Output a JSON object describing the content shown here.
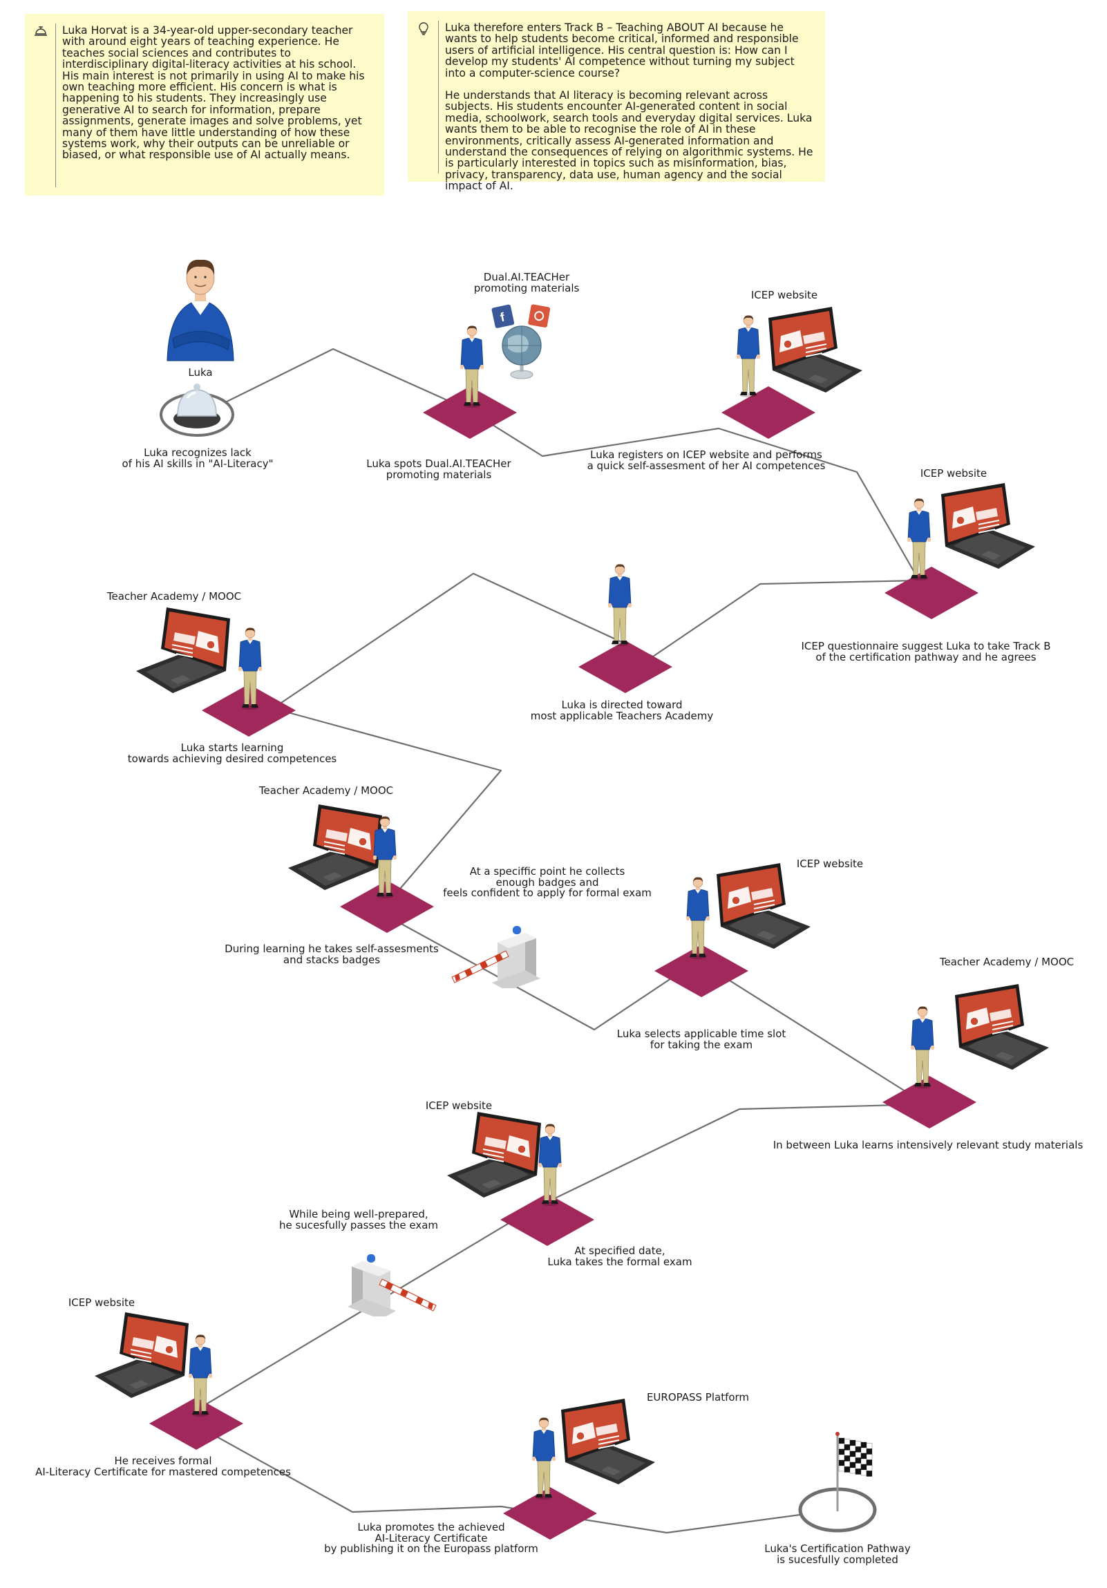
{
  "notes": {
    "left": {
      "icon": "service-bell-icon",
      "text": "Luka Horvat is a 34-year-old upper-secondary teacher with around eight years of teaching experience. He teaches social sciences and contributes to interdisciplinary digital-literacy activities at his school. His main interest is not primarily in using AI to make his own teaching more efficient. His concern is what is happening to his students. They increasingly use generative AI to search for information, prepare assignments, generate images and solve problems, yet many of them have little understanding of how these systems work, why their outputs can be unreliable or biased, or what responsible use of AI actually means."
    },
    "right": {
      "icon": "lightbulb-icon",
      "p1": "Luka therefore enters Track B – Teaching ABOUT AI because he wants to help students become critical, informed and responsible users of artificial intelligence. His central question is: How can I develop my students' AI competence without turning my subject into a computer-science course?",
      "p2": "He understands that AI literacy is becoming relevant across subjects. His students encounter AI-generated content in social media, schoolwork, search tools and everyday digital services. Luka wants them to be able to recognise the role of AI in these environments, critically assess AI-generated information and understand the consequences of relying on algorithmic systems. He is particularly interested in topics such as misinformation, bias, privacy, transparency, data use, human agency and the social impact of AI."
    }
  },
  "labels": {
    "luka_name": "Luka",
    "start_caption": "Luka recognizes lack\nof his AI skills in \"AI-Literacy\"",
    "promo_title": "Dual.AI.TEACHer\npromoting materials",
    "promo_caption": "Luka spots Dual.AI.TEACHer\npromoting materials",
    "icep1_title": "ICEP website",
    "icep1_caption": "Luka registers on ICEP website and performs\na quick self-assesment of her AI competences",
    "icep2_title": "ICEP website",
    "icep2_caption": "ICEP questionnaire suggest Luka to take Track B\nof the certification pathway and he agrees",
    "directed_caption": "Luka is directed toward\nmost applicable Teachers Academy",
    "ta1_title": "Teacher Academy / MOOC",
    "ta1_caption": "Luka starts learning\ntowards achieving desired competences",
    "ta2_title": "Teacher Academy / MOOC",
    "ta2_caption": "During learning he takes self-assesments\nand stacks badges",
    "badges_caption": "At a speciffic point he collects\nenough badges and\nfeels confident to apply for formal exam",
    "icep3_title": "ICEP website",
    "icep3_caption": "Luka selects applicable time slot\nfor taking the exam",
    "ta3_title": "Teacher Academy / MOOC",
    "ta3_caption": "In between Luka learns intensively relevant study materials",
    "icep4_title": "ICEP website",
    "icep4_caption": "At specified date,\nLuka takes the formal exam",
    "pass_caption": "While being well-prepared,\nhe sucesfully passes the exam",
    "icep5_title": "ICEP website",
    "icep5_caption": "He receives formal\nAI-Literacy Certificate for mastered competences",
    "europass_title": "EUROPASS Platform",
    "europass_caption": "Luka promotes the achieved\nAI-Literacy Certificate\nby publishing it on the Europass platform",
    "finish_caption": "Luka's Certification Pathway\nis sucesfully completed"
  },
  "colors": {
    "note_bg": "#fdfbc9",
    "platform": "#a0285a",
    "path_line": "#6e6e6e",
    "shirt": "#1f56b4",
    "trousers": "#d2c48e",
    "laptop": "#2e2e2e",
    "laptop_screen": "#c94a30"
  }
}
